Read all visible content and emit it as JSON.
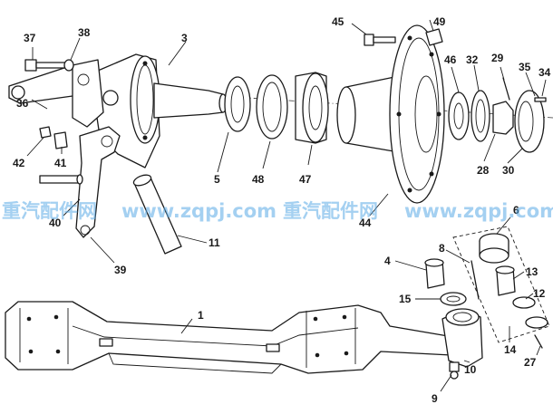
{
  "labels": [
    "1",
    "3",
    "4",
    "5",
    "6",
    "8",
    "9",
    "10",
    "11",
    "12",
    "13",
    "14",
    "15",
    "27",
    "28",
    "29",
    "30",
    "32",
    "34",
    "35",
    "36",
    "37",
    "38",
    "39",
    "40",
    "41",
    "42",
    "44",
    "45",
    "46",
    "47",
    "48",
    "49"
  ],
  "watermark": {
    "left_cn": "重汽配件网",
    "left_url": "www.zqpj.com",
    "right_cn": "重汽配件网",
    "right_url": "www.zqpj.com",
    "color": "#5aa9e6"
  }
}
